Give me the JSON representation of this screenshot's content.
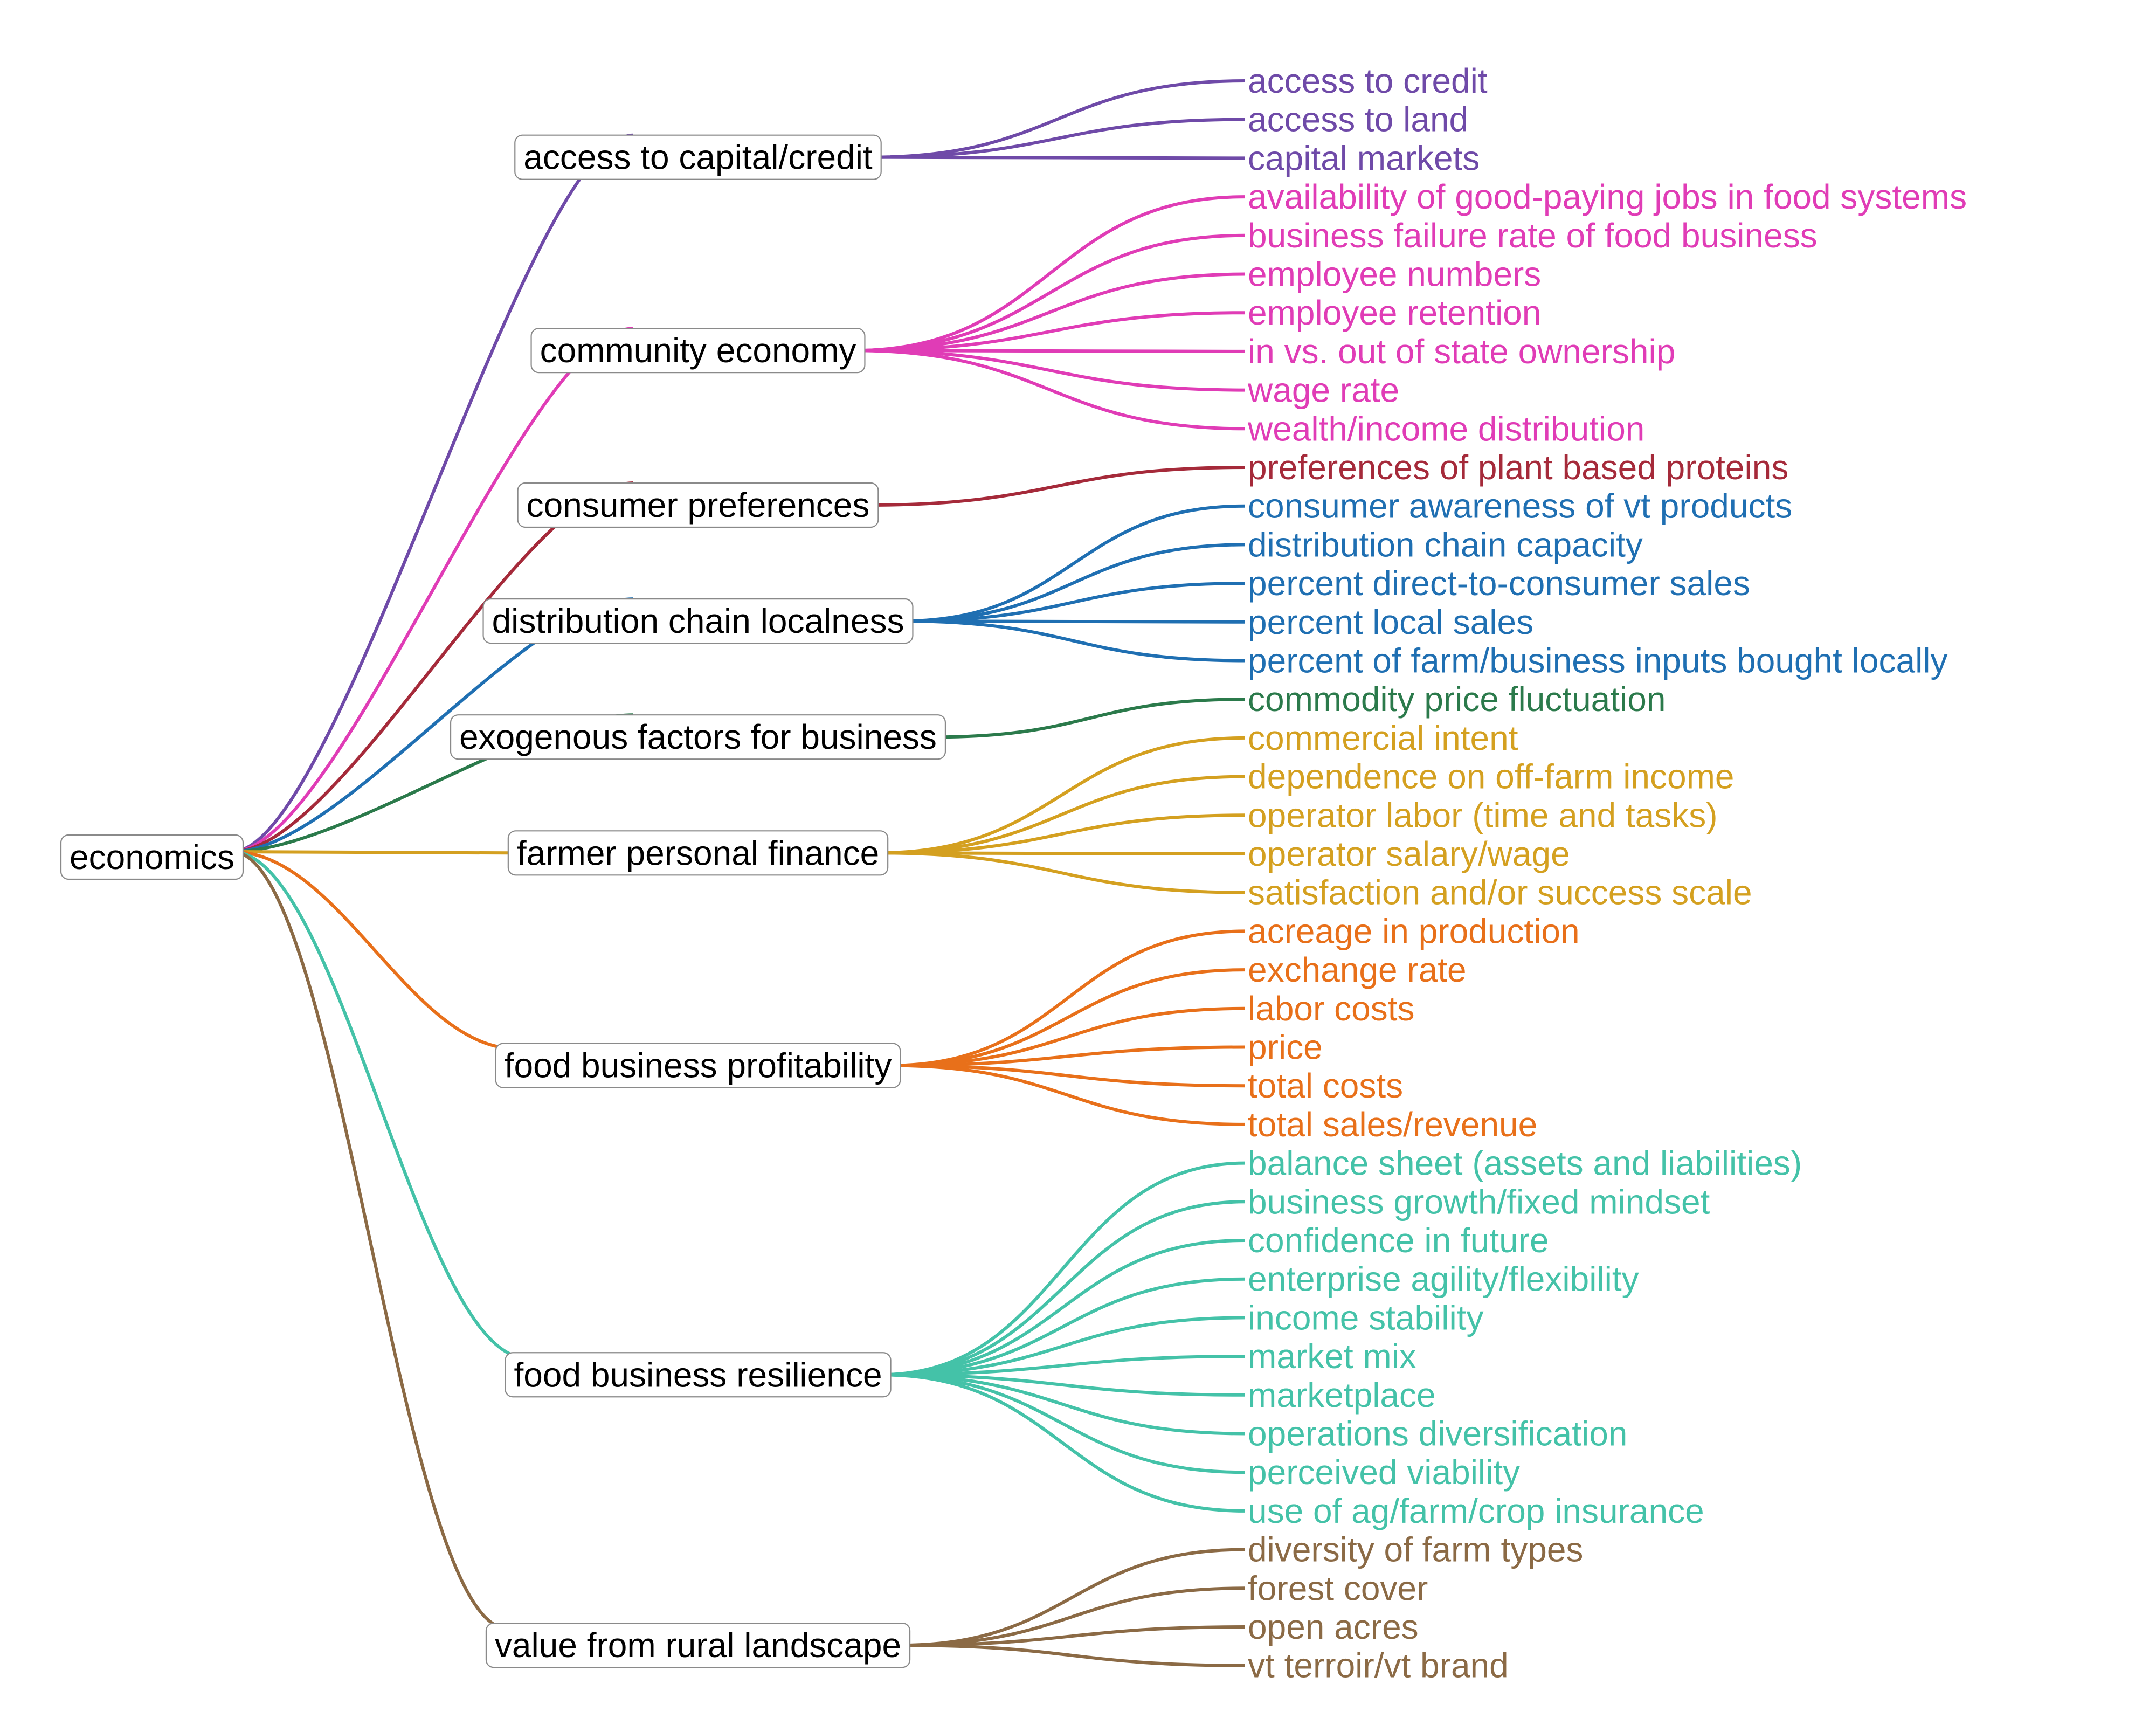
{
  "root": {
    "label": "economics"
  },
  "branches": [
    {
      "label": "access to capital/credit",
      "color": "#6f4aa8",
      "leaves": [
        "access to credit",
        "access to land",
        "capital markets"
      ]
    },
    {
      "label": "community economy",
      "color": "#e03cb6",
      "leaves": [
        "availability of good-paying jobs in food systems",
        "business failure rate of food business",
        "employee numbers",
        "employee retention",
        "in vs. out of state ownership",
        "wage rate",
        "wealth/income distribution"
      ]
    },
    {
      "label": "consumer preferences",
      "color": "#a52a3a",
      "leaves": [
        "preferences of plant based proteins"
      ]
    },
    {
      "label": "distribution chain localness",
      "color": "#1f6fb2",
      "leaves": [
        "consumer awareness of vt products",
        "distribution chain capacity",
        "percent direct-to-consumer sales",
        "percent local sales",
        "percent of farm/business inputs bought locally"
      ]
    },
    {
      "label": "exogenous factors for business",
      "color": "#2b7a4b",
      "leaves": [
        "commodity price fluctuation"
      ]
    },
    {
      "label": "farmer personal finance",
      "color": "#d4a020",
      "leaves": [
        "commercial intent",
        "dependence on off-farm income",
        "operator labor (time and tasks)",
        "operator salary/wage",
        "satisfaction and/or success scale"
      ]
    },
    {
      "label": "food business profitability",
      "color": "#e8701a",
      "leaves": [
        "acreage in production",
        "exchange rate",
        "labor costs",
        "price",
        "total costs",
        "total sales/revenue"
      ]
    },
    {
      "label": "food business resilience",
      "color": "#44c2a8",
      "leaves": [
        "balance sheet (assets and liabilities)",
        "business growth/fixed mindset",
        "confidence in future",
        "enterprise agility/flexibility",
        "income stability",
        "market mix",
        "marketplace",
        "operations diversification",
        "perceived viability",
        "use of ag/farm/crop insurance"
      ]
    },
    {
      "label": "value from rural landscape",
      "color": "#8b6a45",
      "leaves": [
        "diversity of farm types",
        "forest cover",
        "open acres",
        "vt terroir/vt brand"
      ]
    }
  ]
}
